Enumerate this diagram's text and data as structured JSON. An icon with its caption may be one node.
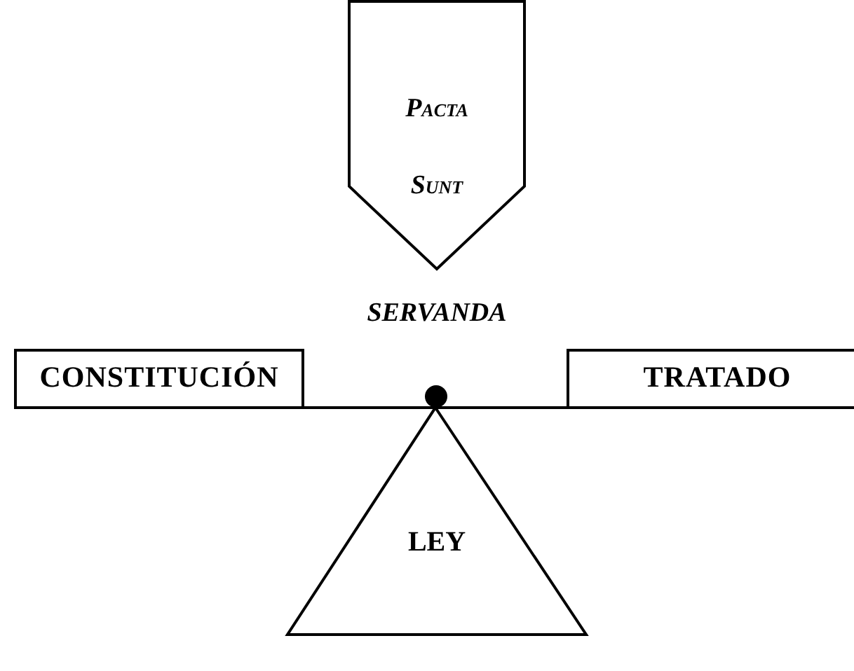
{
  "diagram": {
    "nodes": [
      {
        "text": [
          "Pacta Sunt"
        ],
        "beside": [
          "SERVANDA"
        ]
      },
      {
        "text": [
          "CONSTITUCIÓN"
        ]
      },
      {
        "text": [
          "TRATADO"
        ]
      },
      {
        "text": [
          "LEY"
        ]
      }
    ],
    "edges": [
      {
        "from": 1,
        "to": 2,
        "arrow": "none"
      }
    ]
  }
}
